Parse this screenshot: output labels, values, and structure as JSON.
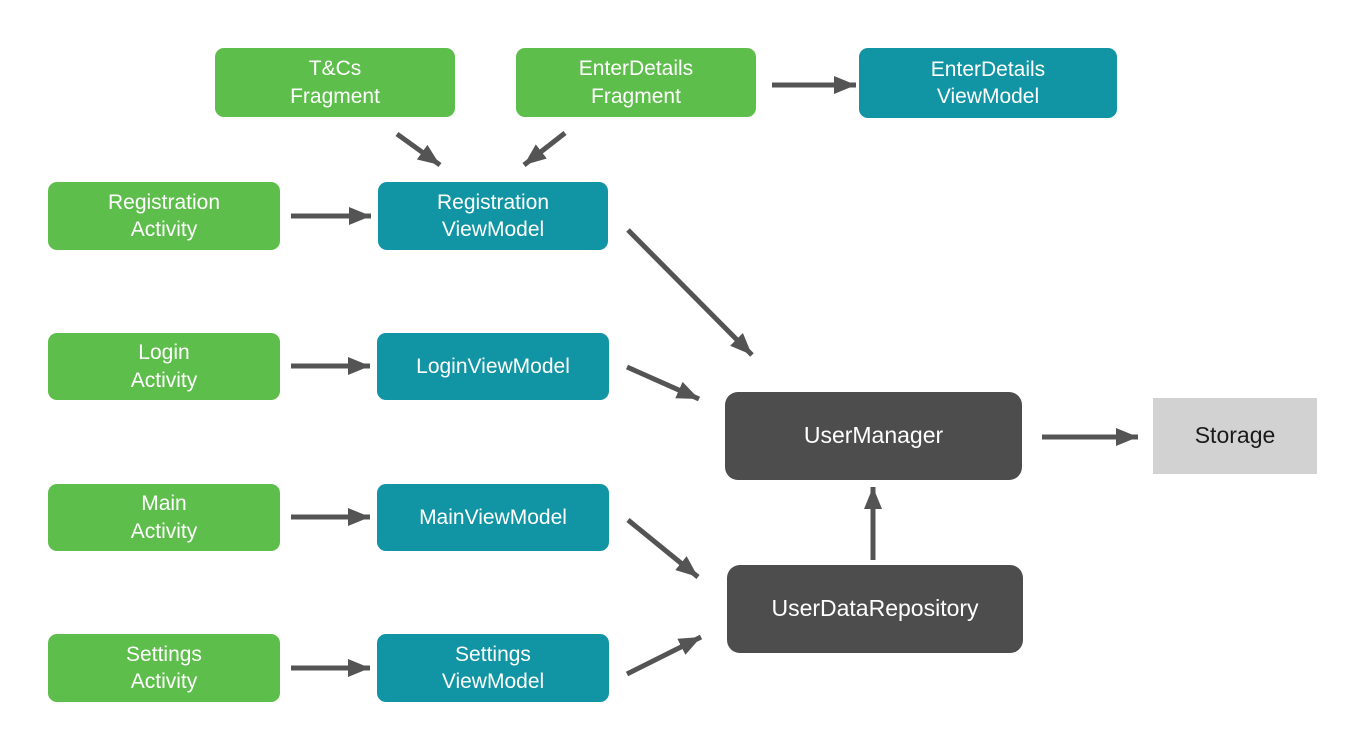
{
  "diagram": {
    "title": "App architecture diagram",
    "colors": {
      "green": "#5ebe4b",
      "teal": "#1195a4",
      "dark": "#4d4d4d",
      "lightgray": "#d2d2d2",
      "arrow": "#545454",
      "bg": "#ffffff"
    },
    "nodes": {
      "tcs_fragment": {
        "label": "T&Cs\nFragment",
        "type": "fragment"
      },
      "enterdetails_fragment": {
        "label": "EnterDetails\nFragment",
        "type": "fragment"
      },
      "enterdetails_viewmodel": {
        "label": "EnterDetails\nViewModel",
        "type": "viewmodel"
      },
      "registration_activity": {
        "label": "Registration\nActivity",
        "type": "activity"
      },
      "registration_viewmodel": {
        "label": "Registration\nViewModel",
        "type": "viewmodel"
      },
      "login_activity": {
        "label": "Login\nActivity",
        "type": "activity"
      },
      "login_viewmodel": {
        "label": "LoginViewModel",
        "type": "viewmodel"
      },
      "main_activity": {
        "label": "Main\nActivity",
        "type": "activity"
      },
      "main_viewmodel": {
        "label": "MainViewModel",
        "type": "viewmodel"
      },
      "settings_activity": {
        "label": "Settings\nActivity",
        "type": "activity"
      },
      "settings_viewmodel": {
        "label": "Settings\nViewModel",
        "type": "viewmodel"
      },
      "user_manager": {
        "label": "UserManager",
        "type": "manager"
      },
      "user_data_repository": {
        "label": "UserDataRepository",
        "type": "repository"
      },
      "storage": {
        "label": "Storage",
        "type": "storage"
      }
    },
    "connections": [
      {
        "from": "tcs_fragment",
        "to": "registration_viewmodel"
      },
      {
        "from": "enterdetails_fragment",
        "to": "registration_viewmodel"
      },
      {
        "from": "enterdetails_fragment",
        "to": "enterdetails_viewmodel"
      },
      {
        "from": "registration_activity",
        "to": "registration_viewmodel"
      },
      {
        "from": "registration_viewmodel",
        "to": "user_manager"
      },
      {
        "from": "login_activity",
        "to": "login_viewmodel"
      },
      {
        "from": "login_viewmodel",
        "to": "user_manager"
      },
      {
        "from": "main_activity",
        "to": "main_viewmodel"
      },
      {
        "from": "main_viewmodel",
        "to": "user_data_repository"
      },
      {
        "from": "settings_activity",
        "to": "settings_viewmodel"
      },
      {
        "from": "settings_viewmodel",
        "to": "user_data_repository"
      },
      {
        "from": "user_data_repository",
        "to": "user_manager"
      },
      {
        "from": "user_manager",
        "to": "storage"
      }
    ]
  }
}
